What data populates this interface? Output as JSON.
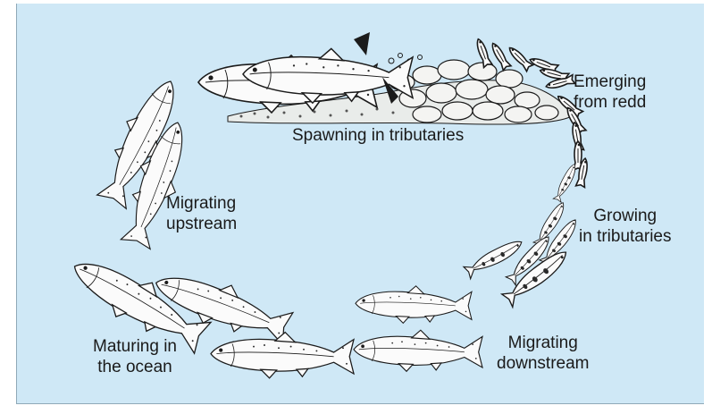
{
  "labels": {
    "spawning": "Spawning in tributaries",
    "emerging_line1": "Emerging",
    "emerging_line2": "from redd",
    "growing_line1": "Growing",
    "growing_line2": "in tributaries",
    "migrating_down_line1": "Migrating",
    "migrating_down_line2": "downstream",
    "maturing_line1": "Maturing in",
    "maturing_line2": "the ocean",
    "migrating_up_line1": "Migrating",
    "migrating_up_line2": "upstream"
  },
  "stages": [
    {
      "name": "spawning",
      "icon": "spawning-adults-and-redd"
    },
    {
      "name": "emerging",
      "icon": "alevin-fry"
    },
    {
      "name": "growing",
      "icon": "juvenile-parr"
    },
    {
      "name": "migrating-downstream",
      "icon": "smolt"
    },
    {
      "name": "maturing",
      "icon": "ocean-adult"
    },
    {
      "name": "migrating-upstream",
      "icon": "leaping-adult"
    }
  ],
  "colors": {
    "background": "#cfe8f6",
    "ink": "#1b1b1b",
    "fish_fill": "#fbfbfb"
  }
}
